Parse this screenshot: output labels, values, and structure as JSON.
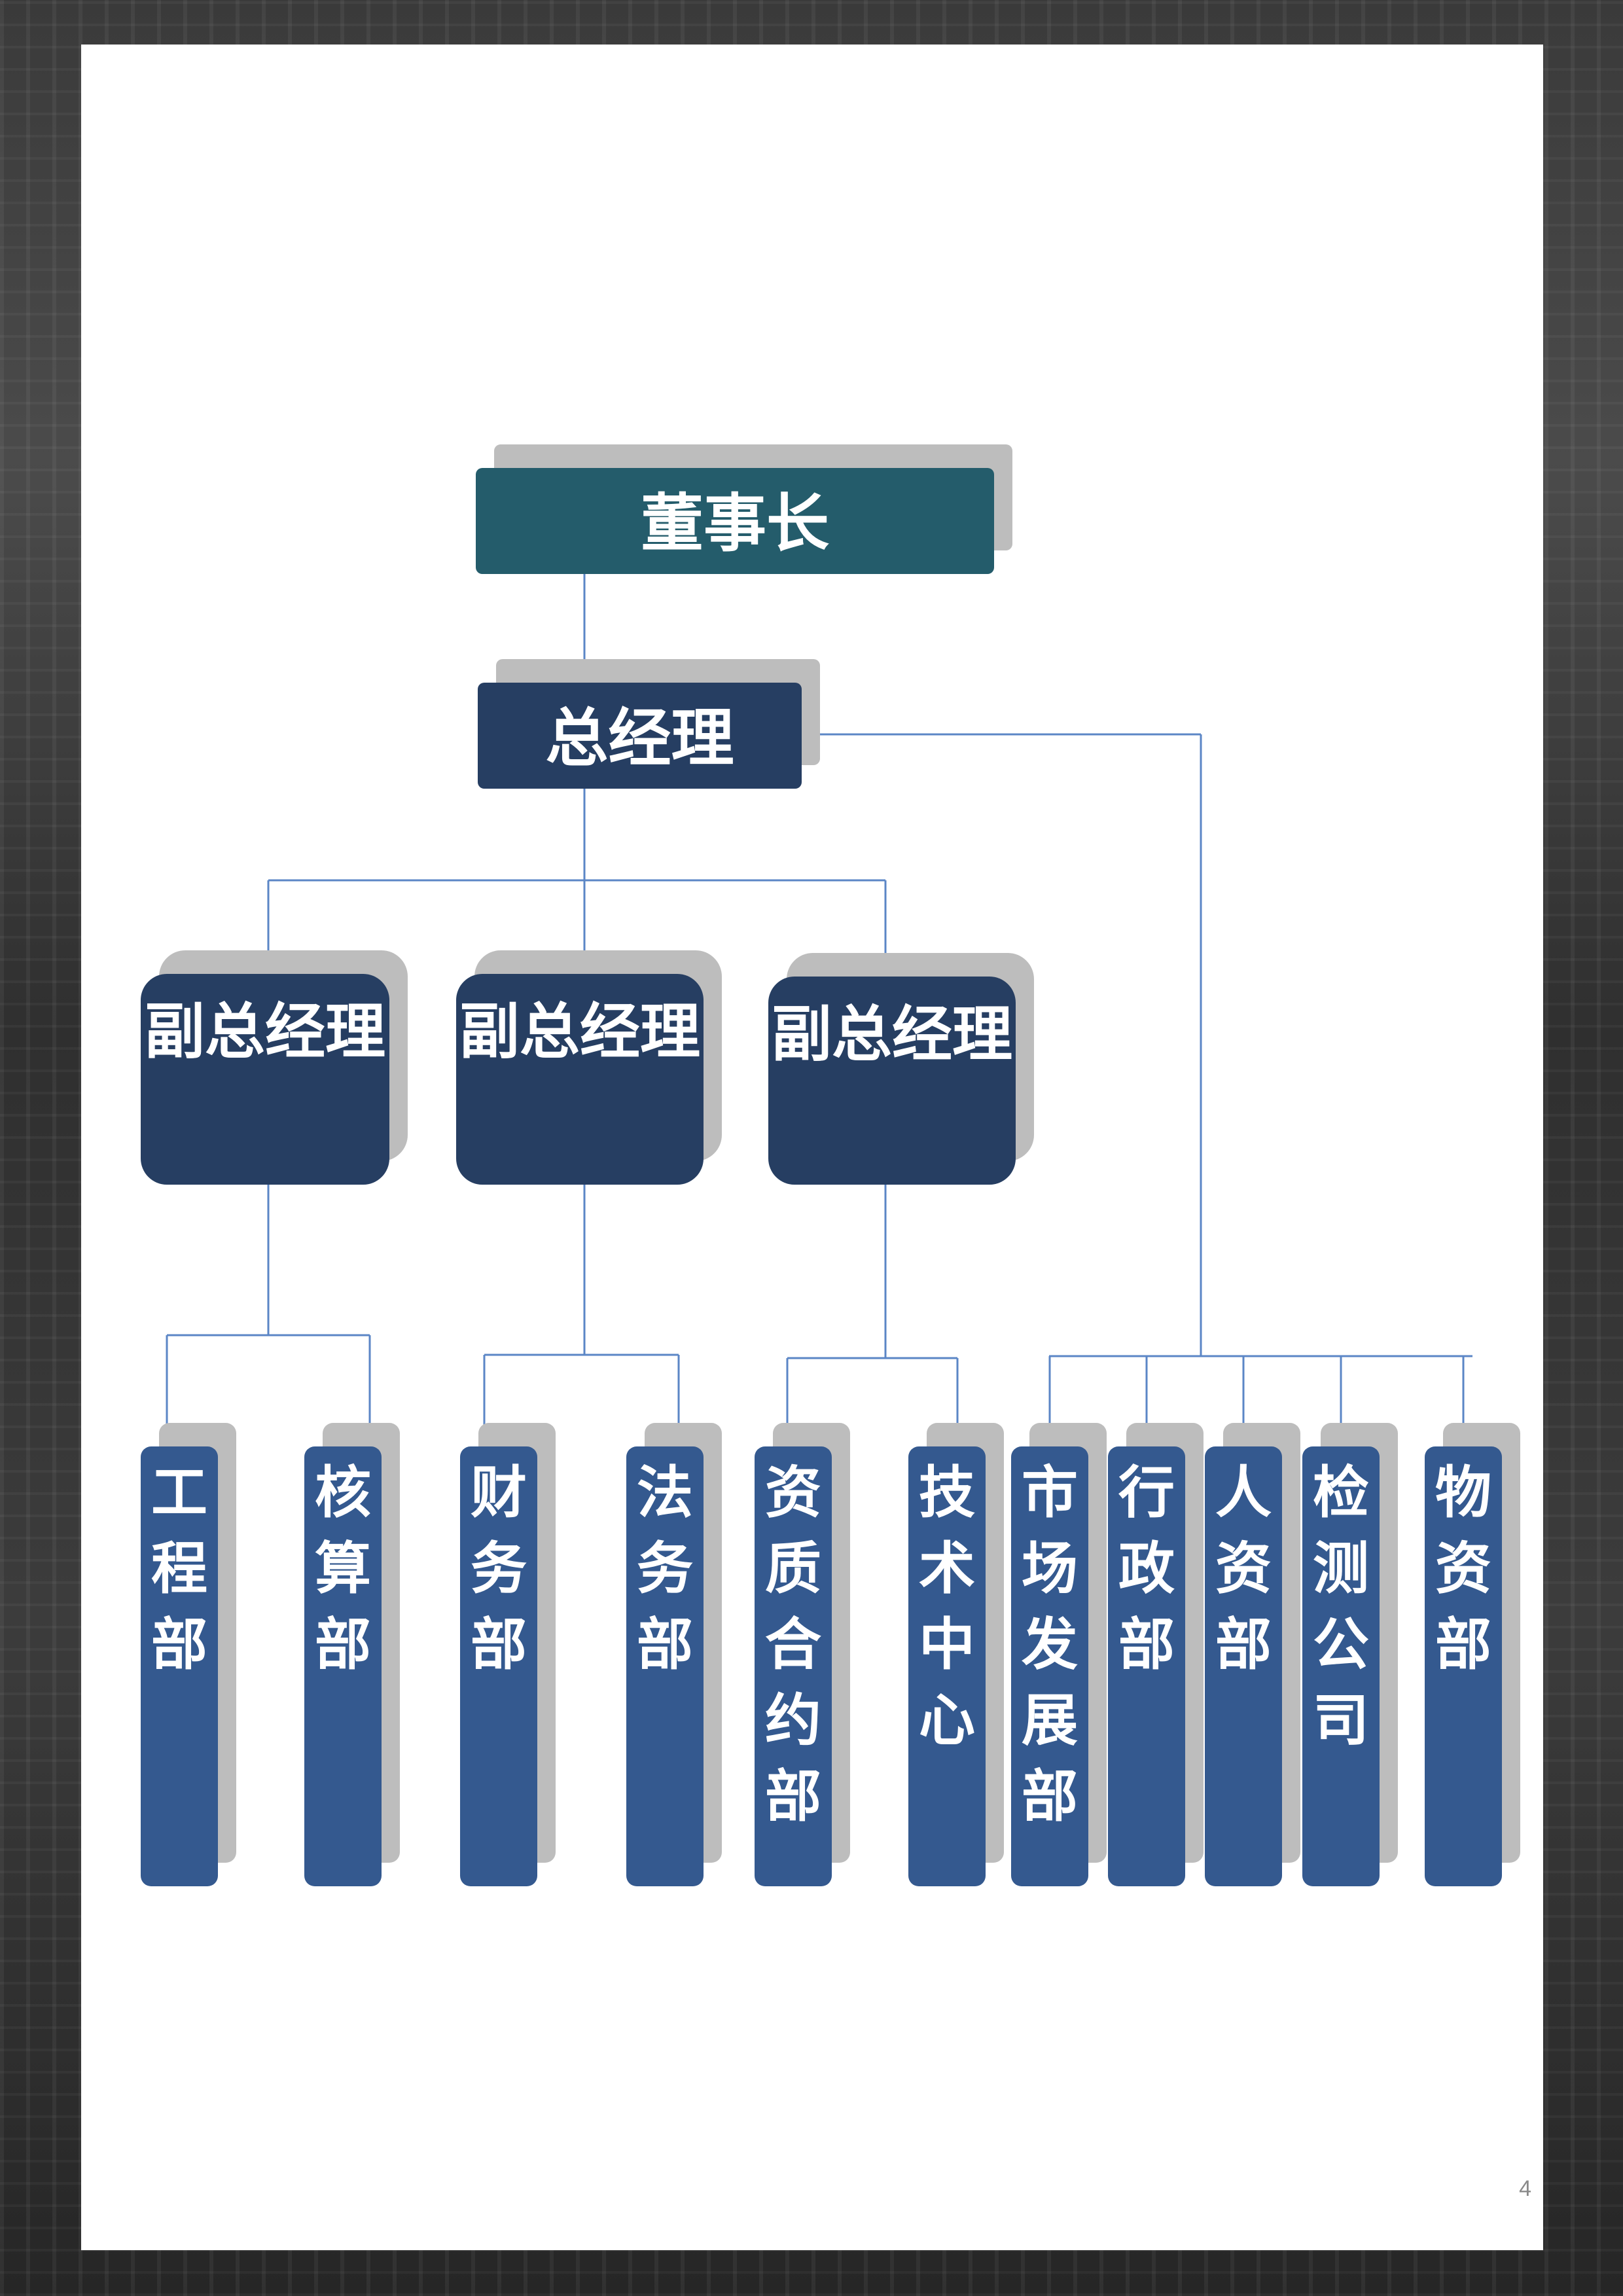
{
  "colors": {
    "chairman_fill": "#245c6b",
    "node_fill": "#263e62",
    "dept_fill": "#34598f",
    "shadow": "#bdbdbd",
    "connector": "#5b86c6",
    "label": "#ffffff"
  },
  "org_chart": {
    "chairman": {
      "label": "董事长"
    },
    "general_manager": {
      "label": "总经理"
    },
    "deputies": [
      {
        "label": "副总经理"
      },
      {
        "label": "副总经理"
      },
      {
        "label": "副总经理"
      }
    ],
    "departments": [
      {
        "label": "工程部",
        "reports_to": "deputy-1"
      },
      {
        "label": "核算部",
        "reports_to": "deputy-1"
      },
      {
        "label": "财务部",
        "reports_to": "deputy-2"
      },
      {
        "label": "法务部",
        "reports_to": "deputy-2"
      },
      {
        "label": "资质合约部",
        "reports_to": "deputy-3"
      },
      {
        "label": "技术中心",
        "reports_to": "deputy-3"
      },
      {
        "label": "市场发展部",
        "reports_to": "general-manager"
      },
      {
        "label": "行政部",
        "reports_to": "general-manager"
      },
      {
        "label": "人资部",
        "reports_to": "general-manager"
      },
      {
        "label": "检测公司",
        "reports_to": "general-manager"
      },
      {
        "label": "物资部",
        "reports_to": "general-manager"
      }
    ]
  },
  "page": {
    "number": "4"
  }
}
